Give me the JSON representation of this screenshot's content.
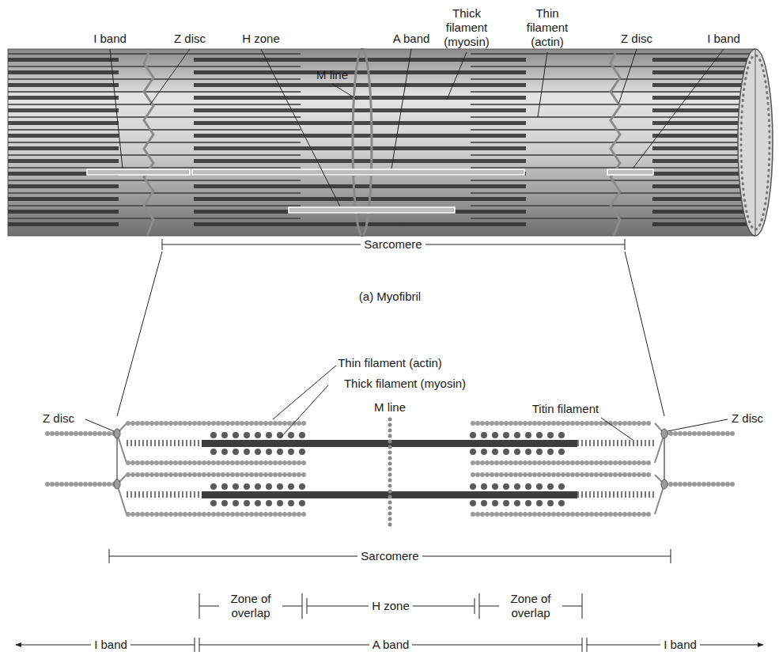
{
  "diagram": {
    "labels": [
      "I band",
      "Z disc",
      "H zone",
      "A band",
      "M line",
      "Thick filament (myosin)",
      "Thin filament (actin)",
      "Z disc",
      "I band",
      "Sarcomere",
      "(a) Myofibril",
      "Thin filament (actin)",
      "Thick filament (myosin)",
      "Z disc",
      "M line",
      "Titin filament",
      "Z disc",
      "Sarcomere",
      "Zone of overlap",
      "H zone",
      "Zone of overlap",
      "I band",
      "A band",
      "I band"
    ]
  }
}
